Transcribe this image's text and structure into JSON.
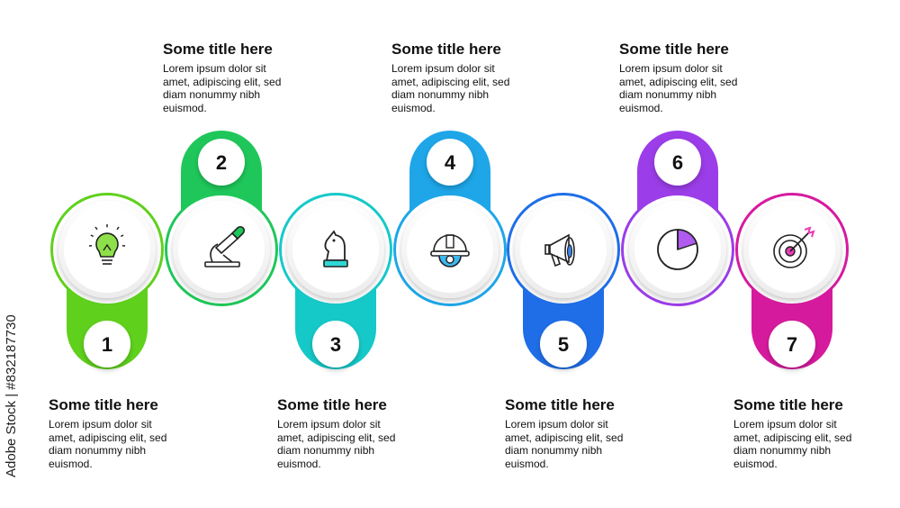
{
  "steps": [
    {
      "number": "1",
      "title": "Some title here",
      "text": "Lorem ipsum dolor sit amet, adipiscing elit, sed diam nonummy nibh euismod.",
      "color": "#5fd11c",
      "color2": "#8ee04a",
      "icon": "lightbulb-icon",
      "position": "bottom"
    },
    {
      "number": "2",
      "title": "Some title here",
      "text": "Lorem ipsum dolor sit amet, adipiscing elit, sed diam nonummy nibh euismod.",
      "color": "#1fc75a",
      "color2": "#3ed77a",
      "icon": "microscope-icon",
      "position": "top"
    },
    {
      "number": "3",
      "title": "Some title here",
      "text": "Lorem ipsum dolor sit amet, adipiscing elit, sed diam nonummy nibh euismod.",
      "color": "#16c9c9",
      "color2": "#2fd8d4",
      "icon": "chess-knight-icon",
      "position": "bottom"
    },
    {
      "number": "4",
      "title": "Some title here",
      "text": "Lorem ipsum dolor sit amet, adipiscing elit, sed diam nonummy nibh euismod.",
      "color": "#1ea6e8",
      "color2": "#3cb8f0",
      "icon": "hard-hat-gear-icon",
      "position": "top"
    },
    {
      "number": "5",
      "title": "Some title here",
      "text": "Lorem ipsum dolor sit amet, adipiscing elit, sed diam nonummy nibh euismod.",
      "color": "#1f6ee8",
      "color2": "#3a86f0",
      "icon": "megaphone-icon",
      "position": "bottom"
    },
    {
      "number": "6",
      "title": "Some title here",
      "text": "Lorem ipsum dolor sit amet, adipiscing elit, sed diam nonummy nibh euismod.",
      "color": "#9b3de8",
      "color2": "#b05af0",
      "icon": "clock-icon",
      "position": "top"
    },
    {
      "number": "7",
      "title": "Some title here",
      "text": "Lorem ipsum dolor sit amet, adipiscing elit, sed diam nonummy nibh euismod.",
      "color": "#d61a9e",
      "color2": "#e83cb4",
      "icon": "target-icon",
      "position": "bottom"
    }
  ],
  "watermark": "Adobe Stock | #832187730"
}
